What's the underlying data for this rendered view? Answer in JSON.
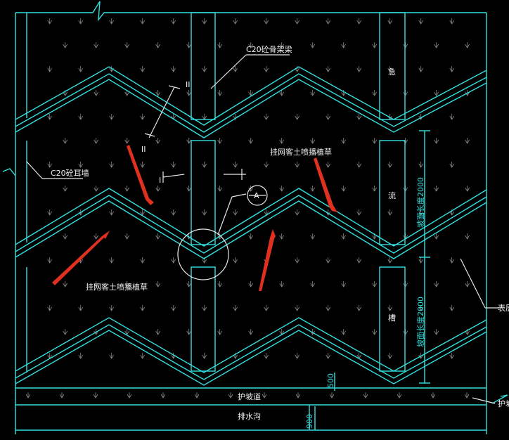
{
  "labels": {
    "top_frame": "C20砼骨架梁",
    "ear_wall": "C20砼耳墙",
    "grass_right": "挂网客土喷播植草",
    "grass_left": "挂网客土喷播植草",
    "detail_marker": "A",
    "section_marker_top": "II",
    "section_marker_bottom": "II",
    "section_marker_left": "I",
    "vertical_char_1": "急",
    "vertical_char_2": "流",
    "vertical_char_3": "槽",
    "slope_length_1": "坡面长度2000",
    "slope_length_2": "坡面长度2000",
    "side_label_1": "表层",
    "side_label_2": "护坡",
    "berm": "护坡道",
    "drain": "排水沟",
    "dim_500": "500",
    "dim_900": "900"
  },
  "colors": {
    "background": "#000000",
    "structure_lines": "#33e0e0",
    "annotation_lines": "#e8e8e8",
    "arrows": "#e03020"
  }
}
